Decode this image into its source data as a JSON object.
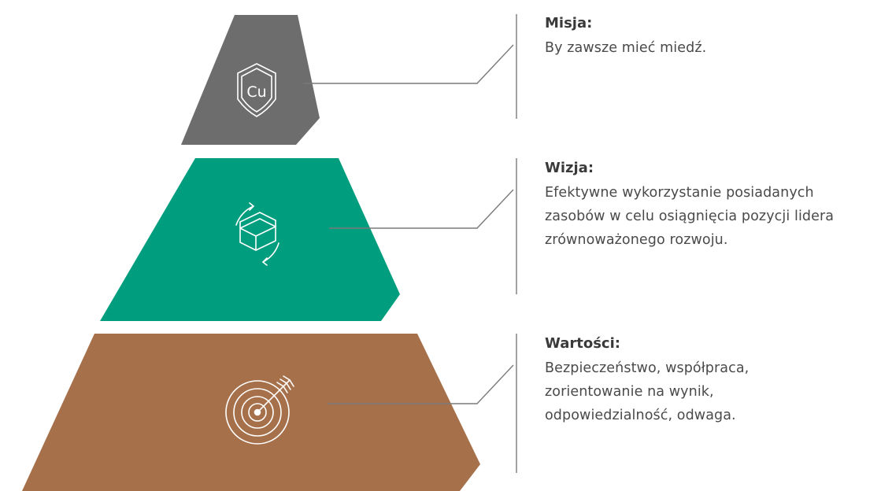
{
  "diagram": {
    "tiers": [
      {
        "heading": "Misja:",
        "body": "By zawsze mieć miedź.",
        "color": "#6d6d6d",
        "icon": "copper-shield-icon",
        "icon_text": "Cu"
      },
      {
        "heading": "Wizja:",
        "body": "Efektywne wykorzystanie posiadanych zasobów w celu osiągnięcia pozycji lidera zrównoważonego rozwoju.",
        "color": "#009e7e",
        "icon": "resource-cycle-icon"
      },
      {
        "heading": "Wartości:",
        "body": "Bezpieczeństwo, współpraca, zorientowanie na wynik, odpowiedzialność, odwaga.",
        "color": "#a6704a",
        "icon": "target-arrow-icon"
      }
    ],
    "line_color": "#7a7a7a",
    "icon_color": "#ffffff"
  }
}
